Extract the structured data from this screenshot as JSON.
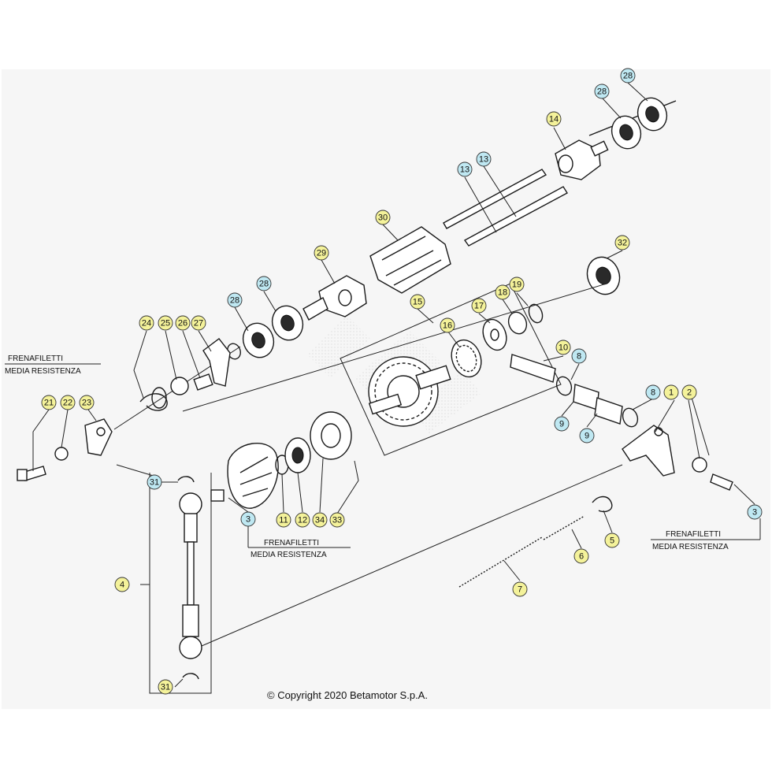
{
  "labels": {
    "frenafiletti_left_1": "FRENAFILETTI",
    "frenafiletti_left_2": "MEDIA RESISTENZA",
    "frenafiletti_mid_1": "FRENAFILETTI",
    "frenafiletti_mid_2": "MEDIA RESISTENZA",
    "frenafiletti_right_1": "FRENAFILETTI",
    "frenafiletti_right_2": "MEDIA RESISTENZA",
    "copyright": "© Copyright 2020 Betamotor S.p.A."
  },
  "callouts": [
    {
      "id": "c28a",
      "text": "28",
      "kind": "blue"
    },
    {
      "id": "c28b",
      "text": "28",
      "kind": "blue"
    },
    {
      "id": "c14",
      "text": "14",
      "kind": "yellow"
    },
    {
      "id": "c13a",
      "text": "13",
      "kind": "blue"
    },
    {
      "id": "c13b",
      "text": "13",
      "kind": "blue"
    },
    {
      "id": "c30",
      "text": "30",
      "kind": "yellow"
    },
    {
      "id": "c29",
      "text": "29",
      "kind": "yellow"
    },
    {
      "id": "c32",
      "text": "32",
      "kind": "yellow"
    },
    {
      "id": "c28c",
      "text": "28",
      "kind": "blue"
    },
    {
      "id": "c28d",
      "text": "28",
      "kind": "blue"
    },
    {
      "id": "c15",
      "text": "15",
      "kind": "yellow"
    },
    {
      "id": "c17",
      "text": "17",
      "kind": "yellow"
    },
    {
      "id": "c18",
      "text": "18",
      "kind": "yellow"
    },
    {
      "id": "c19",
      "text": "19",
      "kind": "yellow"
    },
    {
      "id": "c16",
      "text": "16",
      "kind": "yellow"
    },
    {
      "id": "c24",
      "text": "24",
      "kind": "yellow"
    },
    {
      "id": "c25",
      "text": "25",
      "kind": "yellow"
    },
    {
      "id": "c26",
      "text": "26",
      "kind": "yellow"
    },
    {
      "id": "c27",
      "text": "27",
      "kind": "yellow"
    },
    {
      "id": "c10",
      "text": "10",
      "kind": "yellow"
    },
    {
      "id": "c8a",
      "text": "8",
      "kind": "blue"
    },
    {
      "id": "c8b",
      "text": "8",
      "kind": "blue"
    },
    {
      "id": "c1",
      "text": "1",
      "kind": "yellow"
    },
    {
      "id": "c2",
      "text": "2",
      "kind": "yellow"
    },
    {
      "id": "c9a",
      "text": "9",
      "kind": "blue"
    },
    {
      "id": "c9b",
      "text": "9",
      "kind": "blue"
    },
    {
      "id": "c21",
      "text": "21",
      "kind": "yellow"
    },
    {
      "id": "c22",
      "text": "22",
      "kind": "yellow"
    },
    {
      "id": "c23",
      "text": "23",
      "kind": "yellow"
    },
    {
      "id": "c31a",
      "text": "31",
      "kind": "blue"
    },
    {
      "id": "c3a",
      "text": "3",
      "kind": "blue"
    },
    {
      "id": "c11",
      "text": "11",
      "kind": "yellow"
    },
    {
      "id": "c12",
      "text": "12",
      "kind": "yellow"
    },
    {
      "id": "c34",
      "text": "34",
      "kind": "yellow"
    },
    {
      "id": "c33",
      "text": "33",
      "kind": "yellow"
    },
    {
      "id": "c3b",
      "text": "3",
      "kind": "blue"
    },
    {
      "id": "c5",
      "text": "5",
      "kind": "yellow"
    },
    {
      "id": "c6",
      "text": "6",
      "kind": "yellow"
    },
    {
      "id": "c4",
      "text": "4",
      "kind": "yellow"
    },
    {
      "id": "c7",
      "text": "7",
      "kind": "yellow"
    },
    {
      "id": "c31b",
      "text": "31",
      "kind": "yellow"
    }
  ]
}
